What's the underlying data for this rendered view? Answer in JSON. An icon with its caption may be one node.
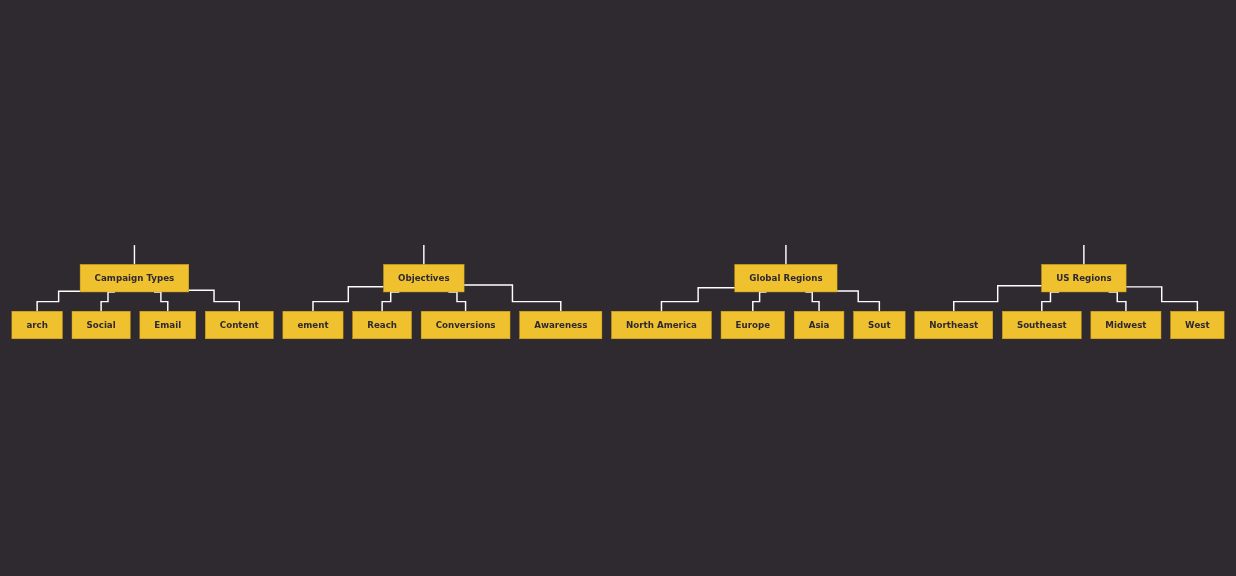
{
  "diagram": {
    "nodes": [
      {
        "text": [
          "Global Regions"
        ]
      },
      {
        "text": [
          "North America"
        ]
      },
      {
        "text": [
          "Europe"
        ]
      },
      {
        "text": [
          "Asia"
        ]
      },
      {
        "text": [
          "Sout"
        ]
      },
      {
        "text": [
          "Campaign Types"
        ]
      },
      {
        "text": [
          "arch"
        ]
      },
      {
        "text": [
          "Social"
        ]
      },
      {
        "text": [
          "Email"
        ]
      },
      {
        "text": [
          "Content"
        ]
      },
      {
        "text": [
          "US Regions"
        ]
      },
      {
        "text": [
          "Northeast"
        ]
      },
      {
        "text": [
          "Southeast"
        ]
      },
      {
        "text": [
          "Midwest"
        ]
      },
      {
        "text": [
          "West"
        ]
      },
      {
        "text": [
          "Objectives"
        ]
      },
      {
        "text": [
          "ement"
        ]
      },
      {
        "text": [
          "Reach"
        ]
      },
      {
        "text": [
          "Conversions"
        ]
      },
      {
        "text": [
          "Awareness"
        ]
      }
    ],
    "edges": [
      {
        "from": null,
        "to": 5,
        "arrow": "none"
      },
      {
        "from": null,
        "to": 15,
        "arrow": "none"
      },
      {
        "from": null,
        "to": 0,
        "arrow": "none"
      },
      {
        "from": null,
        "to": 10,
        "arrow": "none"
      },
      {
        "from": 0,
        "to": 1,
        "arrow": "none"
      },
      {
        "from": 0,
        "to": 2,
        "arrow": "none"
      },
      {
        "from": 0,
        "to": 3,
        "arrow": "none"
      },
      {
        "from": 0,
        "to": 4,
        "arrow": "none"
      },
      {
        "from": 5,
        "to": 6,
        "arrow": "none"
      },
      {
        "from": 5,
        "to": 7,
        "arrow": "none"
      },
      {
        "from": 5,
        "to": 8,
        "arrow": "none"
      },
      {
        "from": 5,
        "to": 9,
        "arrow": "none"
      },
      {
        "from": 10,
        "to": 11,
        "arrow": "none"
      },
      {
        "from": 10,
        "to": 12,
        "arrow": "none"
      },
      {
        "from": 10,
        "to": 13,
        "arrow": "none"
      },
      {
        "from": 10,
        "to": 14,
        "arrow": "none"
      },
      {
        "from": 15,
        "to": 16,
        "arrow": "none"
      },
      {
        "from": 15,
        "to": 17,
        "arrow": "none"
      },
      {
        "from": 15,
        "to": 18,
        "arrow": "none"
      },
      {
        "from": 15,
        "to": 19,
        "arrow": "none"
      }
    ]
  }
}
